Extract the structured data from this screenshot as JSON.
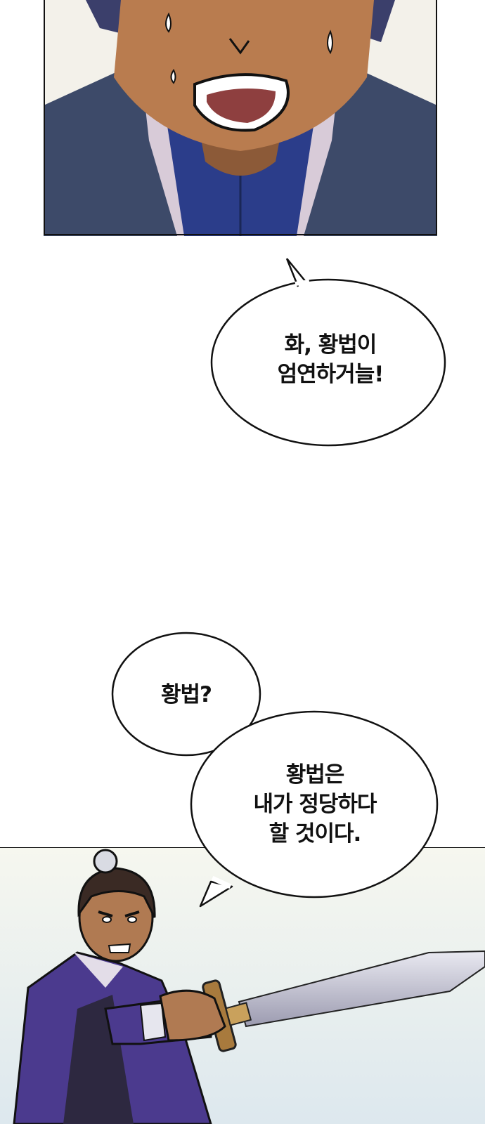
{
  "panels": [
    {
      "subject": "sweating-character-face"
    },
    {
      "subject": "swordsman-pointing-sword"
    }
  ],
  "bubbles": [
    {
      "lines": [
        "화, 황법이",
        "엄연하거늘!"
      ]
    },
    {
      "lines": [
        "황법?"
      ]
    },
    {
      "lines": [
        "황법은",
        "내가 정당하다",
        "할 것이다."
      ]
    }
  ],
  "colors": {
    "page_background": "#ffffff",
    "panel_border": "#111111",
    "skin": "#b97c4f",
    "robe_blue": "#2c3f66",
    "robe_purple": "#4b3a8e",
    "sword_blade": "#c9c9d6",
    "sword_hilt": "#a87a3d"
  }
}
